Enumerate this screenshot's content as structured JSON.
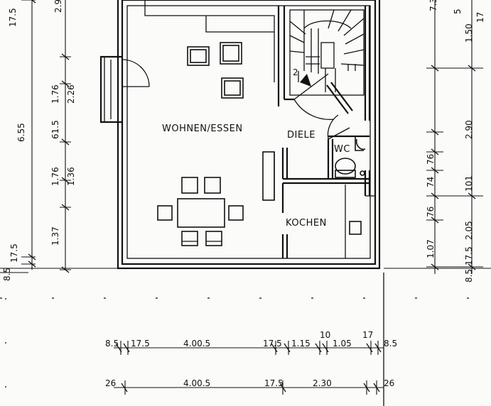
{
  "rooms": {
    "living": "WOHNEN/ESSEN",
    "hall": "DIELE",
    "wc": "WC",
    "kitchen": "KOCHEN"
  },
  "left_dims": {
    "top": "2.9",
    "top_small": "17.5",
    "d1": "1.76",
    "d2": "2.26",
    "d3": "6.55",
    "d4": "61.5",
    "d5": "1.76",
    "d6": "1.36",
    "d7": "1.37",
    "d8": "17.5",
    "d9": "8.5"
  },
  "right_dims": {
    "top": "7.3",
    "d1": "5",
    "d2": "1.50",
    "d3": "17",
    "d4": "2.90",
    "d5": "76",
    "d6": "74",
    "d7": "101",
    "d8": "76",
    "d9": "1.07",
    "d10": "2.05",
    "d11": "17.5",
    "d12": "8.5"
  },
  "bottom_dims_row1": {
    "a": "8.5",
    "b": "17.5",
    "c": "4.00.5",
    "d": "17.5",
    "e": "1.15",
    "f": "10",
    "g": "1.05",
    "h": "17",
    "i": "8.5"
  },
  "bottom_dims_row2": {
    "a": "26",
    "b": "4.00.5",
    "c": "17.5",
    "d": "2.30",
    "e": "26"
  },
  "stairs": {
    "number": "2"
  }
}
